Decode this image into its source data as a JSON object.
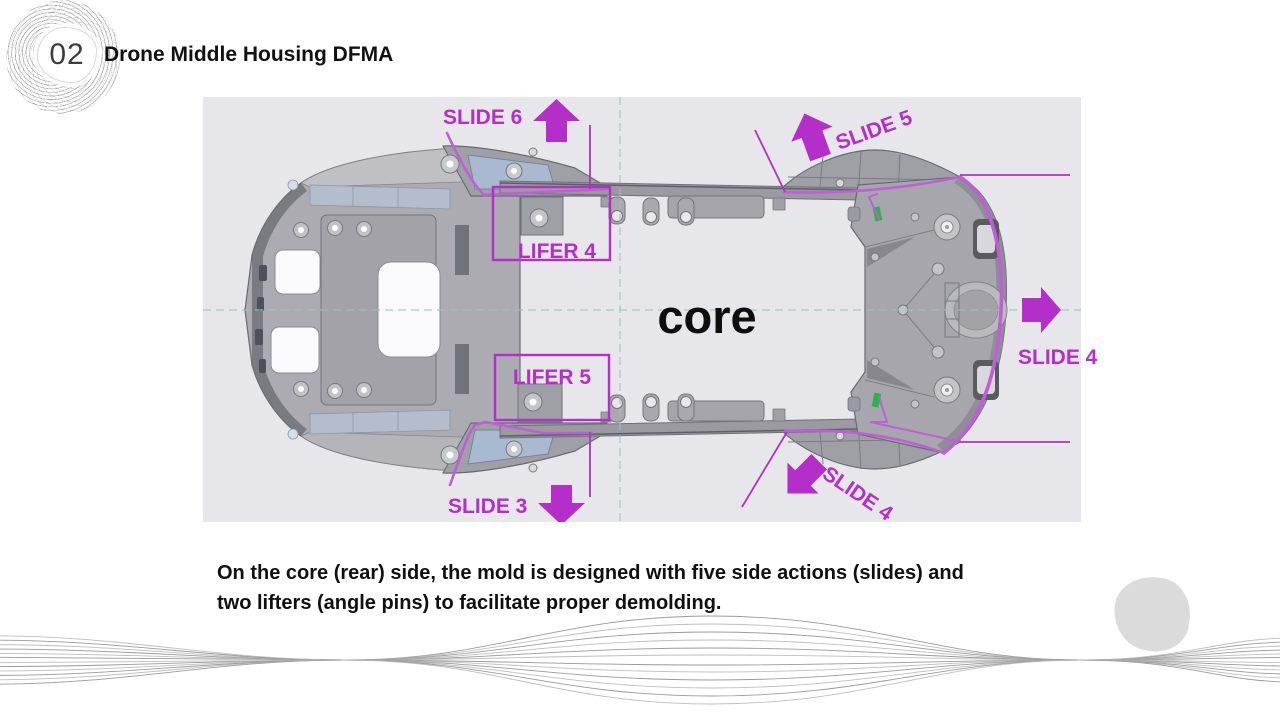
{
  "header": {
    "page_number": "02",
    "title": "Drone Middle Housing DFMA"
  },
  "diagram": {
    "core_label": "core",
    "slide6_label": "SLIDE 6",
    "slide5_label": "SLIDE 5",
    "slide4_right_label": "SLIDE 4",
    "slide4_bottom_label": "SLIDE 4",
    "slide3_label": "SLIDE 3",
    "lifer4_label": "LIFER 4",
    "lifer5_label": "LIFER 5",
    "colors": {
      "annotation_magenta": "#B42FC9",
      "trace_violet": "#BE5FD8",
      "canvas_background": "#E7E7EB",
      "part_gray": "#ABABB1",
      "panel_blue_gray": "#ADBBD0",
      "green_mark": "#2AB34B",
      "crosshair_teal": "#A5C3C6"
    }
  },
  "caption": {
    "text": "On the core (rear) side, the mold is designed with five side actions (slides) and two lifters (angle pins) to facilitate proper demolding."
  }
}
